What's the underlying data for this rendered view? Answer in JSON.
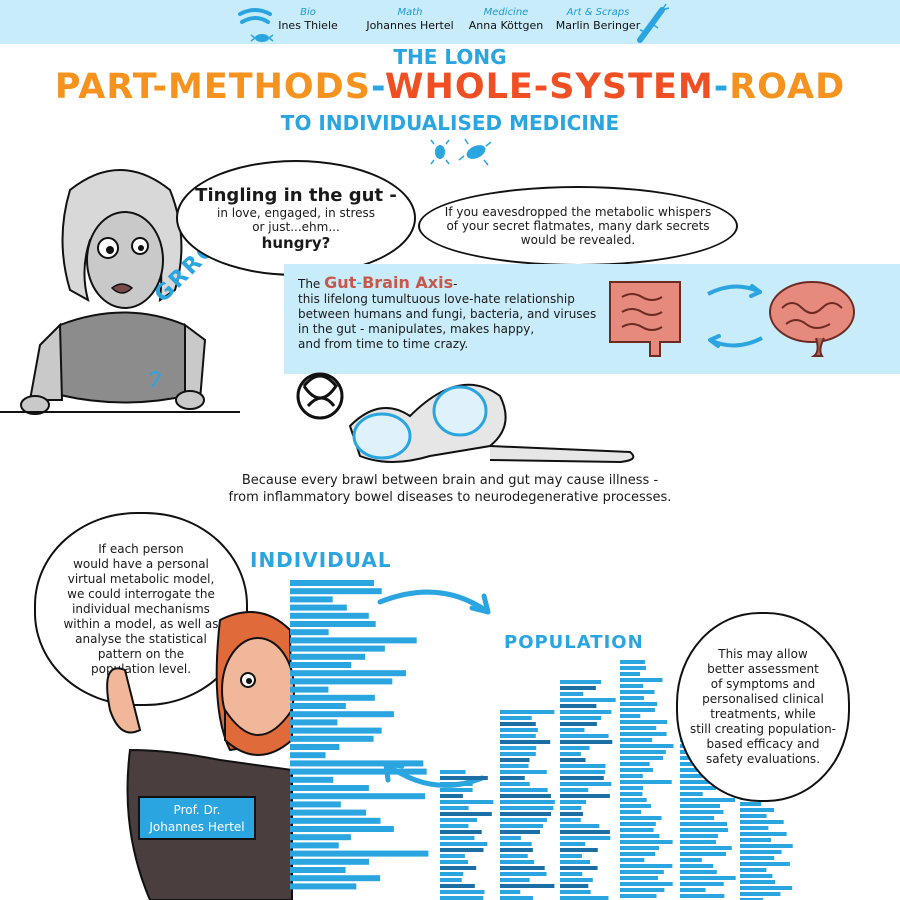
{
  "credits": [
    {
      "role": "Bio",
      "name": "Ines Thiele"
    },
    {
      "role": "Math",
      "name": "Johannes Hertel"
    },
    {
      "role": "Medicine",
      "name": "Anna Köttgen"
    },
    {
      "role": "Art & Scraps",
      "name": "Marlin Beringer"
    }
  ],
  "title": {
    "top": "THE LONG",
    "part1": "PART-METHODS",
    "dash1": "-",
    "part2": "WHOLE-SYSTEM",
    "dash2": "-",
    "part3": "ROAD",
    "bottom": "TO INDIVIDUALISED MEDICINE"
  },
  "bubble_gut": {
    "line1": "Tingling in the gut -",
    "line2": "in love, engaged, in stress",
    "line3": "or just...ehm...",
    "line4": "hungry?"
  },
  "bubble_whispers": {
    "line1": "If you eavesdropped the metabolic whispers",
    "line2": "of your secret flatmates, many dark secrets",
    "line3": "would be revealed."
  },
  "growl": "GRRGLL",
  "axis_box": {
    "prefix": "The ",
    "gut": "Gut",
    "dash": "-",
    "brain": "Brain Axis",
    "suffix": "-",
    "line1": "this lifelong tumultuous love-hate relationship",
    "line2": "between humans and fungi, bacteria, and viruses",
    "line3": "in the gut -  manipulates, makes happy,",
    "line4": "and from time to time crazy."
  },
  "brawl_caption": {
    "line1": "Because every brawl between brain and gut may cause illness -",
    "line2": "from inflammatory bowel diseases to neurodegenerative processes."
  },
  "bubble_model": {
    "line1": "If each person",
    "line2": "would have a personal",
    "line3": "virtual metabolic model,",
    "line4": "we could interrogate the",
    "line5": "individual mechanisms",
    "line6": "within a model, as well as",
    "line7": "analyse the statistical",
    "line8": "pattern on the",
    "line9": "population level."
  },
  "label_individual": "INDIVIDUAL",
  "label_population": "POPULATION",
  "bubble_assessment": {
    "line1": "This may allow",
    "line2": "better assessment",
    "line3": "of symptoms and",
    "line4": "personalised clinical",
    "line5": "treatments, while",
    "line6": "still creating population-",
    "line7": "based efficacy and",
    "line8": "safety evaluations."
  },
  "name_tag": {
    "line1": "Prof. Dr.",
    "line2": "Johannes Hertel"
  },
  "colors": {
    "accent_blue": "#2aa5e0",
    "light_blue": "#c9ecfb",
    "orange": "#f6921e",
    "red": "#f04e23",
    "gut_red": "#c8574a"
  }
}
